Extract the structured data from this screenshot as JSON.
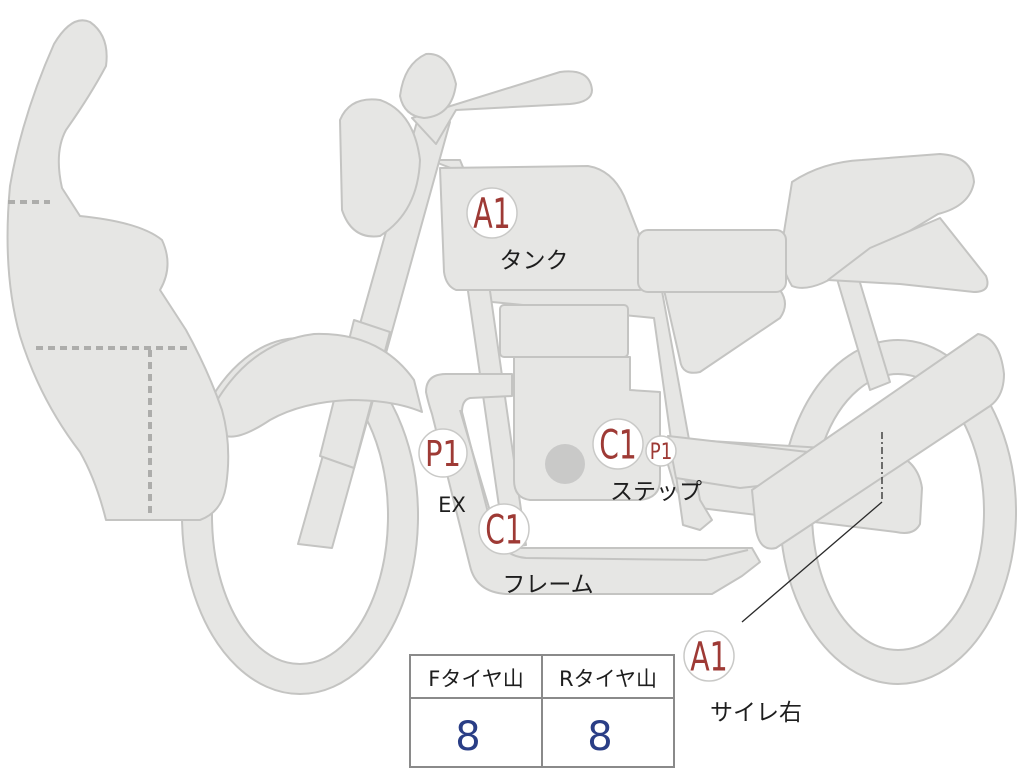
{
  "colors": {
    "body_fill": "#e6e6e4",
    "body_stroke": "#c4c4c2",
    "badge_text": "#9e3a35",
    "label_text": "#1e1e1e",
    "table_value": "#2a3e86",
    "table_border": "#8a8a8a",
    "exhaust_dot": "#c9c9c8"
  },
  "markers": [
    {
      "grade": "A1",
      "part": "タンク"
    },
    {
      "grade": "P1",
      "part": "EX"
    },
    {
      "grade": "C1",
      "part": "フレーム"
    },
    {
      "grade": "C1",
      "part": ""
    },
    {
      "grade": "P1",
      "part": "ステップ"
    },
    {
      "grade": "A1",
      "part": "サイレ右"
    }
  ],
  "tire_table": {
    "headers": [
      "Fタイヤ山",
      "Rタイヤ山"
    ],
    "values": [
      "8",
      "8"
    ]
  }
}
